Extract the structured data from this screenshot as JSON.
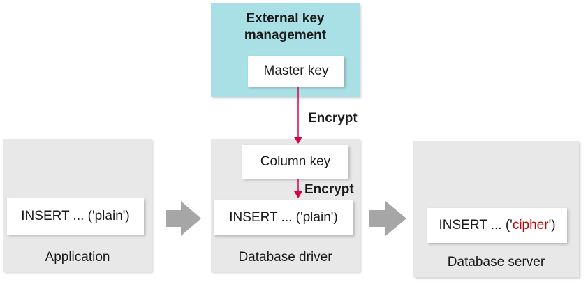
{
  "kms": {
    "title": "External key\nmanagement",
    "master_key": "Master key"
  },
  "arrows": {
    "encrypt_1": "Encrypt",
    "encrypt_2": "Encrypt"
  },
  "application": {
    "label": "Application",
    "statement": "INSERT ... ('plain')"
  },
  "driver": {
    "label": "Database driver",
    "column_key": "Column key",
    "statement": "INSERT ... ('plain')"
  },
  "server": {
    "label": "Database server",
    "statement_prefix": "INSERT ... ('",
    "statement_value": "cipher",
    "statement_suffix": "')"
  },
  "colors": {
    "kms_bg": "#a9e0e6",
    "panel_bg": "#e8e8e8",
    "arrow_red": "#d7004b",
    "cipher_text": "#c00000",
    "flow_arrow": "#a6a6a6"
  }
}
